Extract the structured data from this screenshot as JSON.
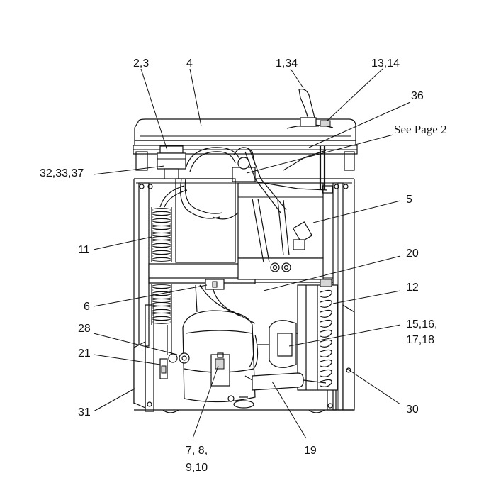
{
  "callouts": [
    {
      "id": "c-2-3",
      "label": "2,3"
    },
    {
      "id": "c-4",
      "label": "4"
    },
    {
      "id": "c-1-34",
      "label": "1,34"
    },
    {
      "id": "c-13-14",
      "label": "13,14"
    },
    {
      "id": "c-36",
      "label": "36"
    },
    {
      "id": "c-see-page-2",
      "label": "See Page 2"
    },
    {
      "id": "c-32-33-37",
      "label": "32,33,37"
    },
    {
      "id": "c-5",
      "label": "5"
    },
    {
      "id": "c-11",
      "label": "11"
    },
    {
      "id": "c-20",
      "label": "20"
    },
    {
      "id": "c-12",
      "label": "12"
    },
    {
      "id": "c-6",
      "label": "6"
    },
    {
      "id": "c-15-16",
      "label": "15,16,"
    },
    {
      "id": "c-17-18",
      "label": "17,18"
    },
    {
      "id": "c-28",
      "label": "28"
    },
    {
      "id": "c-21",
      "label": "21"
    },
    {
      "id": "c-31",
      "label": "31"
    },
    {
      "id": "c-30",
      "label": "30"
    },
    {
      "id": "c-7-8",
      "label": "7, 8,"
    },
    {
      "id": "c-9-10",
      "label": "9,10"
    },
    {
      "id": "c-19",
      "label": "19"
    }
  ]
}
